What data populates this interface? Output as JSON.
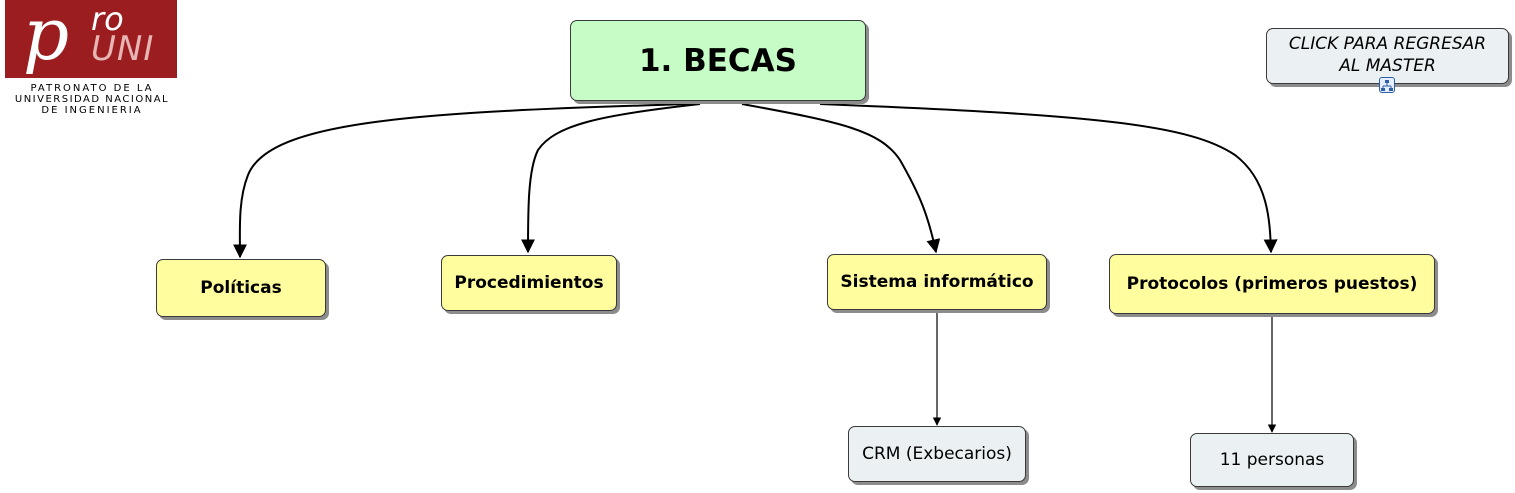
{
  "logo": {
    "mark_p": "p",
    "mark_ro": "ro",
    "mark_uni": "UNI",
    "subtitle_lines": [
      "PATRONATO DE LA",
      "UNIVERSIDAD NACIONAL",
      "DE INGENIERIA"
    ],
    "brand_color": "#9b1d1f"
  },
  "diagram": {
    "root": {
      "label": "1. BECAS",
      "color": "#c6fcc6"
    },
    "children": [
      {
        "label": "Políticas"
      },
      {
        "label": "Procedimientos"
      },
      {
        "label": "Sistema informático"
      },
      {
        "label": "Protocolos (primeros puestos)"
      }
    ],
    "leaves": [
      {
        "label": "CRM (Exbecarios)",
        "parent": "Sistema informático"
      },
      {
        "label": "11 personas",
        "parent": "Protocolos (primeros puestos)"
      }
    ],
    "child_color": "#fffd9e",
    "leaf_color": "#ebf1f3"
  },
  "master_link": {
    "label_line1": "CLICK PARA REGRESAR",
    "label_line2": "AL MASTER",
    "icon": "concept-map-link-icon"
  }
}
